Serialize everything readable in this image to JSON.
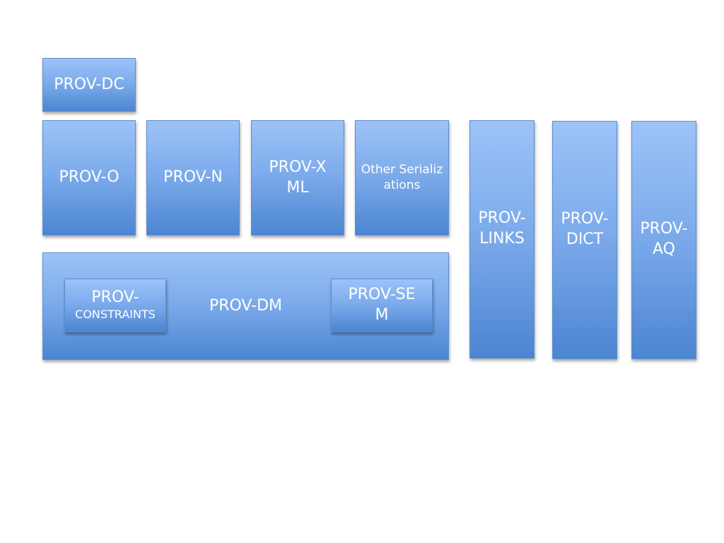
{
  "diagram": {
    "prov_dc": "PROV-DC",
    "prov_o": "PROV-O",
    "prov_n": "PROV-N",
    "prov_xml": "PROV-XML",
    "other_serializations": "Other Serializations",
    "prov_links": "PROV-LINKS",
    "prov_dict": "PROV-DICT",
    "prov_aq": "PROV-AQ",
    "prov_dm": "PROV-DM",
    "prov_constraints_line1": "PROV-",
    "prov_constraints_line2": "CONSTRAINTS",
    "prov_sem": "PROV-SEM"
  },
  "colors": {
    "box_top": "#9dc3f8",
    "box_bottom": "#4c85d2",
    "text": "#ffffff"
  }
}
